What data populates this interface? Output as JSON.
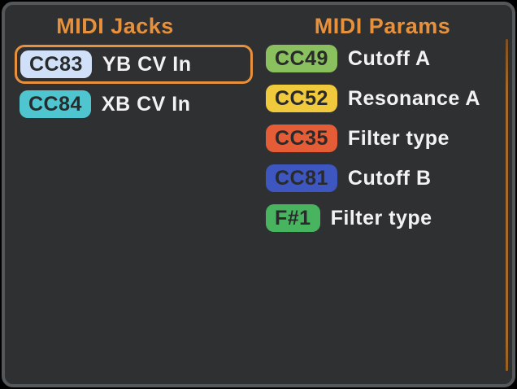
{
  "panel": {
    "background": "#2e3032",
    "border_color": "#54585b",
    "accent": "#e8913c",
    "scrollbar_color": "#a86a28"
  },
  "columns": [
    {
      "title": "MIDI Jacks",
      "items": [
        {
          "badge": "CC83",
          "badge_color": "#cfe0f8",
          "label": "YB CV In",
          "selected": true
        },
        {
          "badge": "CC84",
          "badge_color": "#4fc5d0",
          "label": "XB CV In",
          "selected": false
        }
      ]
    },
    {
      "title": "MIDI Params",
      "items": [
        {
          "badge": "CC49",
          "badge_color": "#8bc05e",
          "label": "Cutoff A"
        },
        {
          "badge": "CC52",
          "badge_color": "#f1c93d",
          "label": "Resonance A"
        },
        {
          "badge": "CC35",
          "badge_color": "#e55d36",
          "label": "Filter type"
        },
        {
          "badge": "CC81",
          "badge_color": "#3e56c0",
          "label": "Cutoff B"
        },
        {
          "badge": "F#1",
          "badge_color": "#49b45f",
          "label": "Filter type"
        }
      ]
    }
  ]
}
